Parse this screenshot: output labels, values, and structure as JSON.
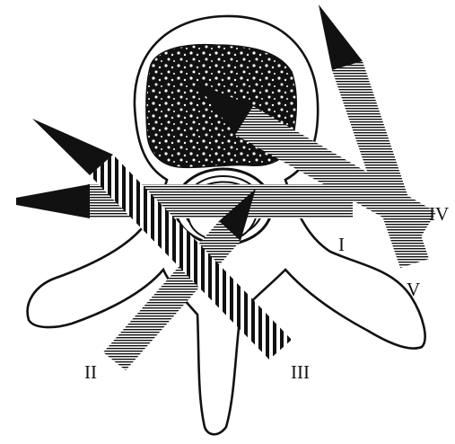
{
  "labels": {
    "path_1": "I",
    "path_2": "II",
    "path_3": "III",
    "path_4": "IV",
    "path_5": "V"
  },
  "colors": {
    "ink": "#111111",
    "paper": "#ffffff"
  }
}
